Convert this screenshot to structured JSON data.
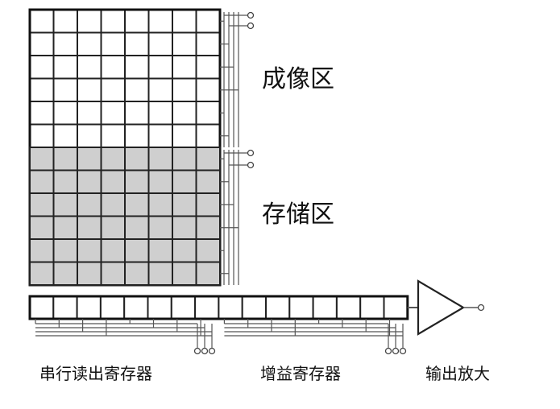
{
  "labels": {
    "imaging_area": "成像区",
    "storage_area": "存储区",
    "serial_register": "串行读出寄存器",
    "gain_register": "增益寄存器",
    "output_amplifier": "输出放大"
  },
  "grid": {
    "columns": 8,
    "imaging_rows": 6,
    "storage_rows": 6,
    "serial_register_cells": 16
  },
  "colors": {
    "imaging_fill": "#ffffff",
    "storage_fill": "#cfcfcf",
    "line": "#222222"
  }
}
